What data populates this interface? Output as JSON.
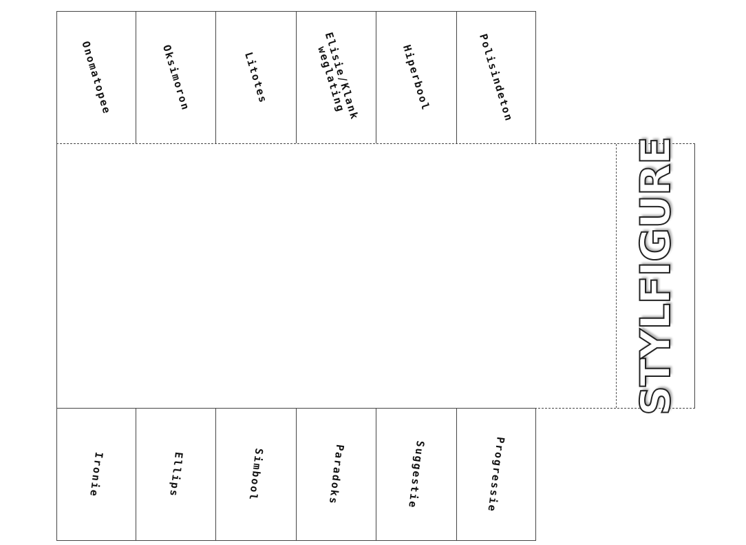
{
  "title": "STYLFIGURE",
  "top_tabs": [
    "Onomatopee",
    "Oksimoron",
    "Litotes",
    "Elisie/Klank\nweglating",
    "Hiperbool",
    "Polisindeton"
  ],
  "bottom_tabs": [
    "Ironie",
    "Ellips",
    "Simbool",
    "Paradoks",
    "Suggestie",
    "Progressie"
  ]
}
